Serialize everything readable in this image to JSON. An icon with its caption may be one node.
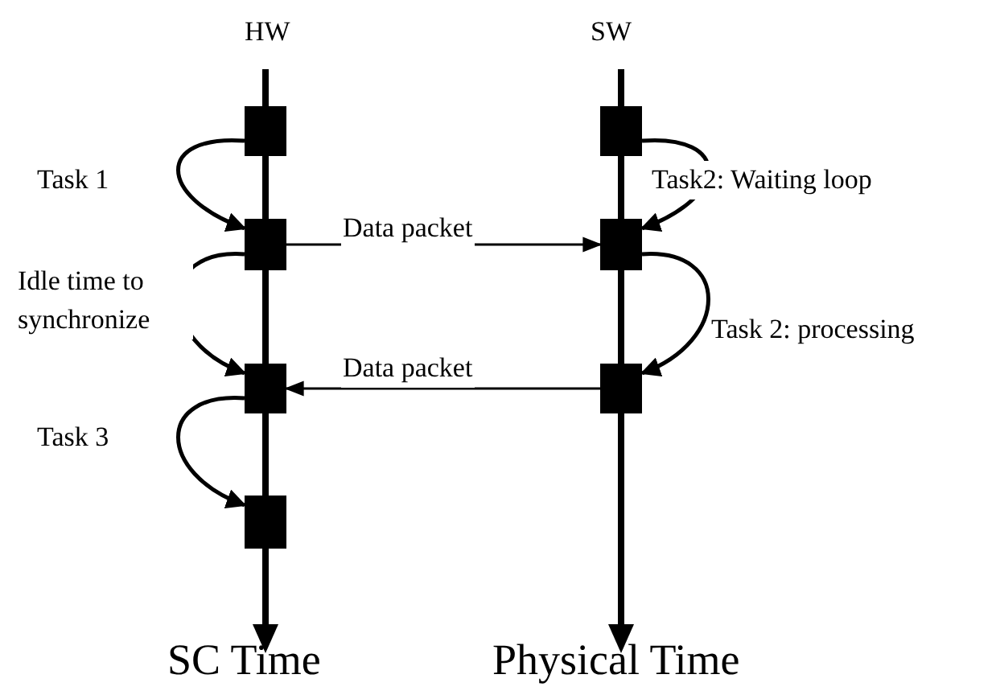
{
  "diagram": {
    "nodes": [
      {
        "text": [],
        "shape": "box"
      },
      {
        "text": [],
        "shape": "box"
      },
      {
        "text": [],
        "shape": "box"
      },
      {
        "text": [],
        "shape": "box"
      },
      {
        "text": [],
        "shape": "box"
      },
      {
        "text": [],
        "shape": "box"
      },
      {
        "text": [],
        "shape": "box"
      }
    ],
    "edges": [
      {
        "from": 0,
        "to": 1,
        "arrow": "to",
        "label": "Task 1"
      },
      {
        "from": 1,
        "to": 2,
        "arrow": "to",
        "label": "Idle time to synchronize"
      },
      {
        "from": 2,
        "to": 3,
        "arrow": "to",
        "label": "Task 3"
      },
      {
        "from": 4,
        "to": 5,
        "arrow": "to",
        "label": "Task2: Waiting loop"
      },
      {
        "from": 5,
        "to": 6,
        "arrow": "to",
        "label": "Task 2: processing"
      },
      {
        "from": 1,
        "to": 5,
        "arrow": "to",
        "label": "Data packet"
      },
      {
        "from": 6,
        "to": 2,
        "arrow": "to",
        "label": "Data packet"
      }
    ],
    "labels": [
      "HW",
      "SW",
      "SC Time",
      "Physical Time"
    ]
  }
}
